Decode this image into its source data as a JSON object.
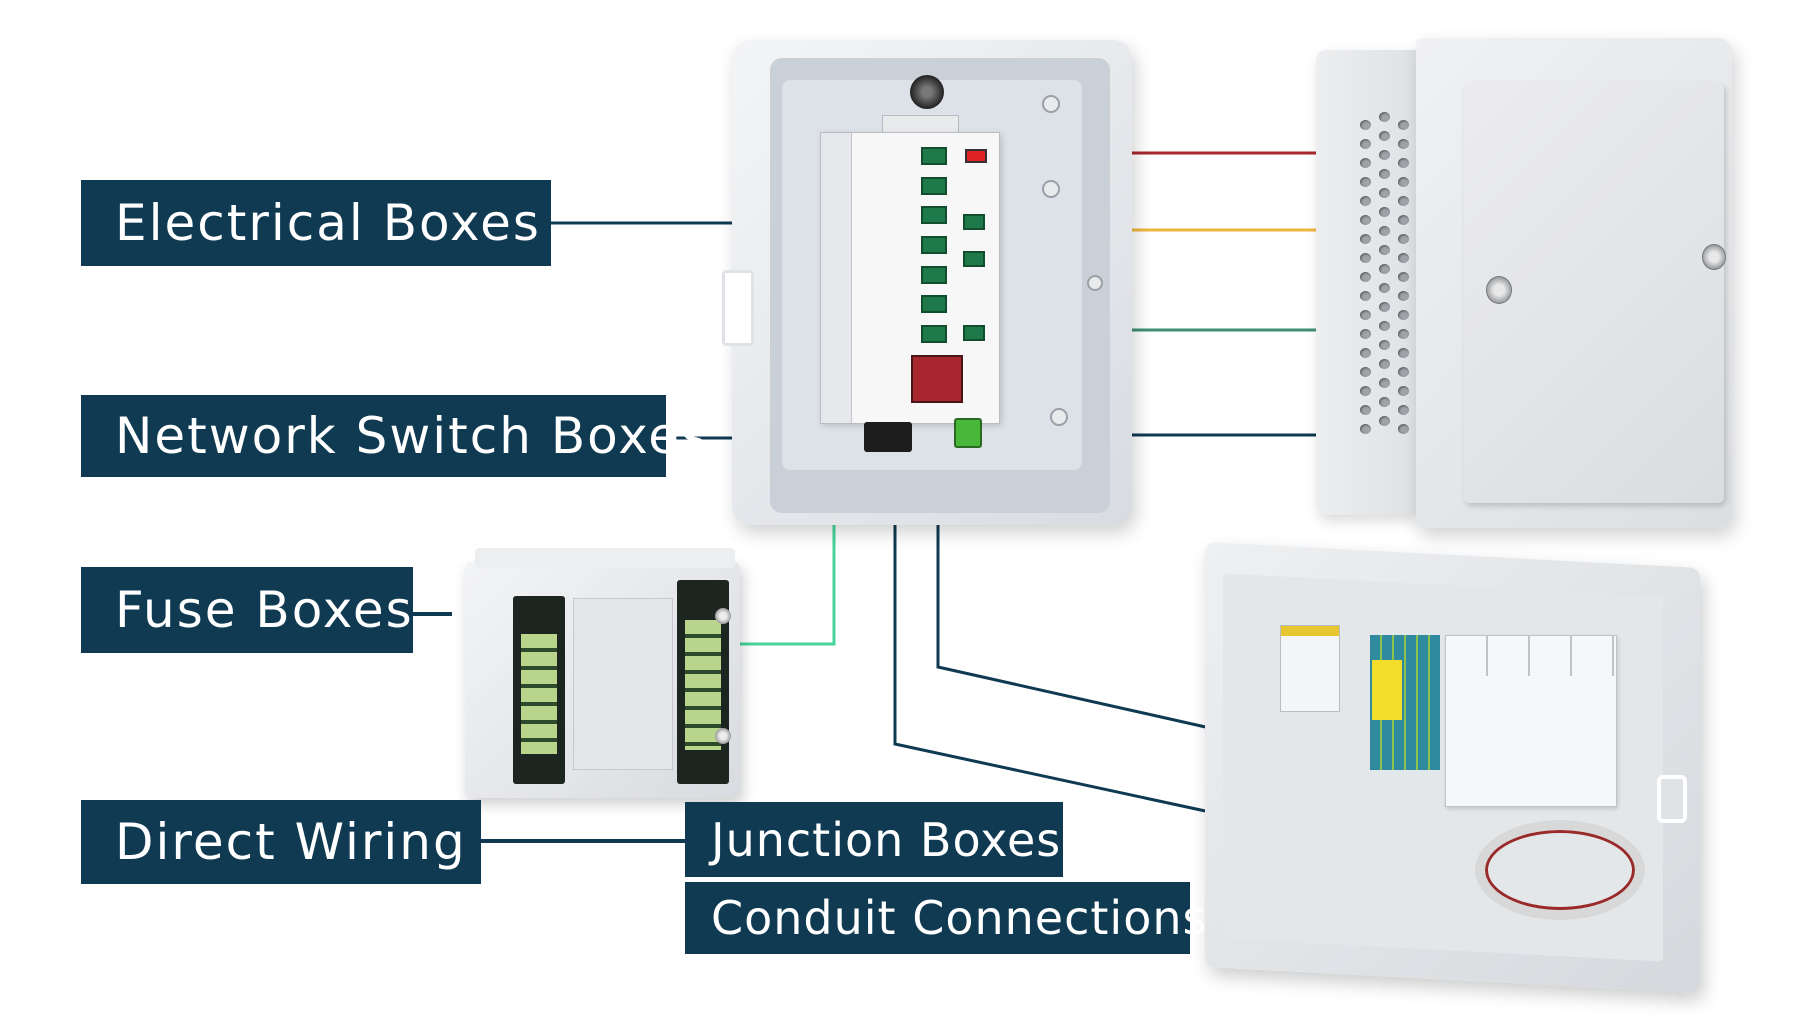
{
  "title": "Electrical enclosure types diagram",
  "labels": {
    "electrical_boxes": "Electrical Boxes",
    "network_switch_boxes": "Network Switch Boxes",
    "fuse_boxes": "Fuse Boxes",
    "direct_wiring": "Direct Wiring",
    "junction_boxes": "Junction Boxes",
    "conduit_connections": "Conduit Connections"
  },
  "colors": {
    "label_bg": "#0f3a52",
    "label_text": "#ffffff",
    "wire_red": "#a8262e",
    "wire_yellow": "#f0b63c",
    "wire_green": "#3f8f72",
    "wire_blue": "#0f3a52",
    "wire_mint": "#46d49a"
  },
  "devices": [
    {
      "name": "open-breaker-panel",
      "description": "Open enclosure with breaker modules"
    },
    {
      "name": "closed-vented-enclosure",
      "description": "Closed enclosure with ventilation holes"
    },
    {
      "name": "fuse-box",
      "description": "Fuse box with two fuse rows"
    },
    {
      "name": "open-junction-box",
      "description": "Open junction box with terminal block, circuit board, breakers and coiled cable"
    }
  ]
}
